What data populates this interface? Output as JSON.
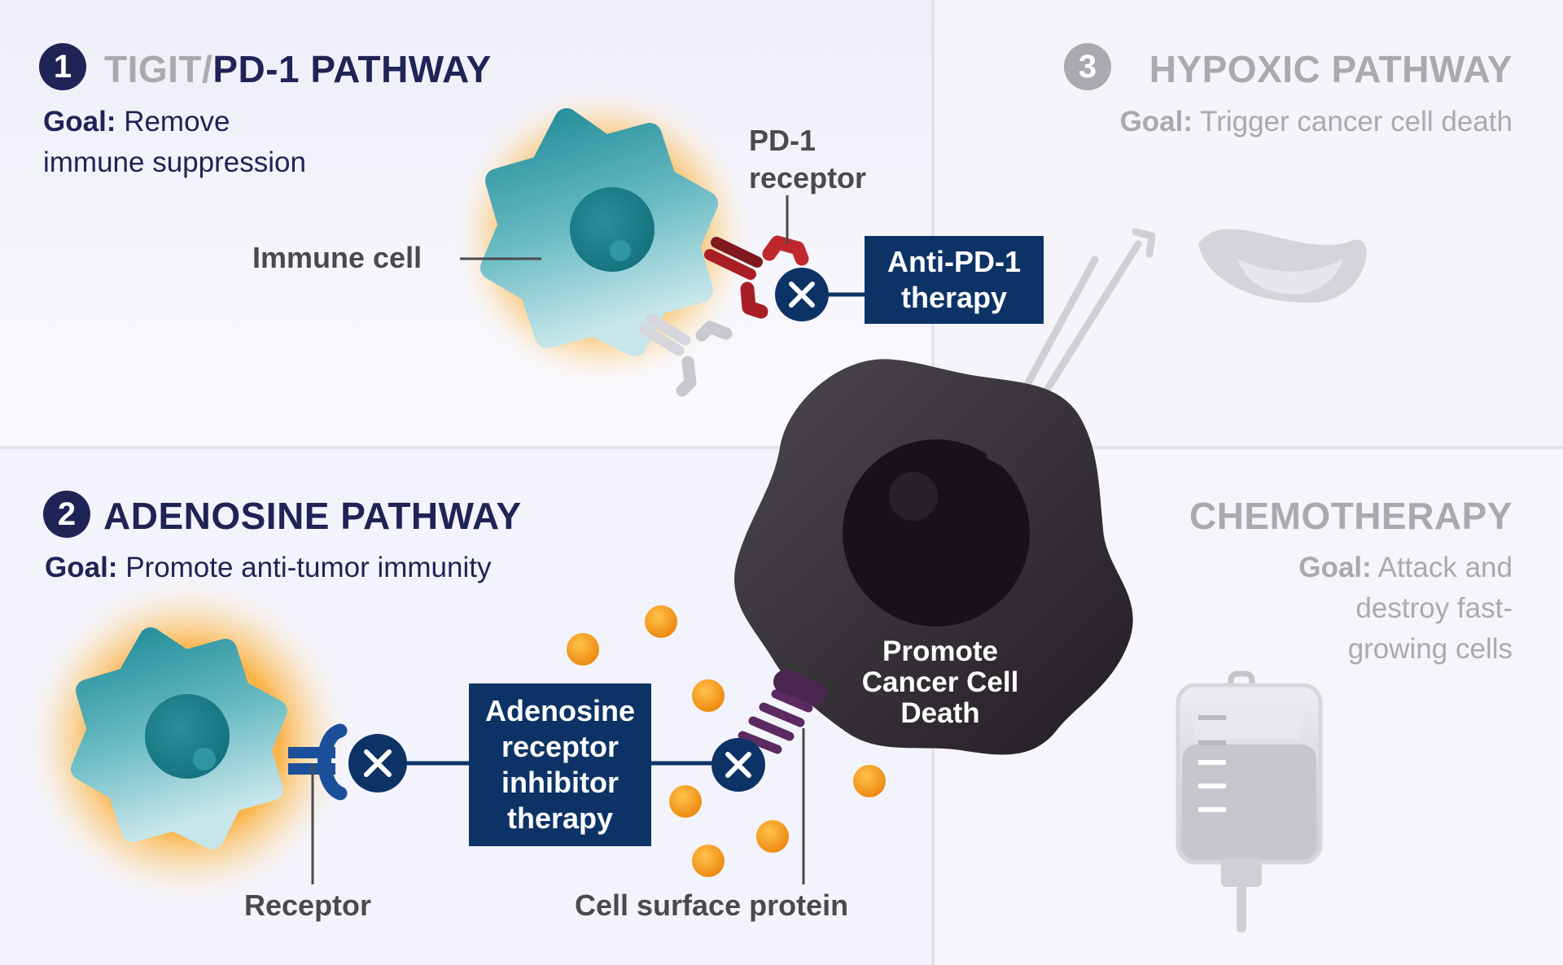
{
  "panels": {
    "tigit": {
      "number": "1",
      "title_prefix": "TIGIT/",
      "title": "PD-1 PATHWAY",
      "goal_label": "Goal:",
      "goal_text_1": "Remove",
      "goal_text_2": "immune suppression"
    },
    "adenosine": {
      "number": "2",
      "title": "ADENOSINE PATHWAY",
      "goal_label": "Goal:",
      "goal_text": "Promote anti-tumor immunity"
    },
    "hypoxic": {
      "number": "3",
      "title": "HYPOXIC PATHWAY",
      "goal_label": "Goal:",
      "goal_text": "Trigger cancer cell death"
    },
    "chemo": {
      "title": "CHEMOTHERAPY",
      "goal_label": "Goal:",
      "goal_text_1": "Attack and",
      "goal_text_2": "destroy fast-",
      "goal_text_3": "growing cells"
    }
  },
  "labels": {
    "immune_cell": "Immune cell",
    "pd1_receptor_1": "PD-1",
    "pd1_receptor_2": "receptor",
    "receptor": "Receptor",
    "cell_surface_protein": "Cell surface protein",
    "cancer_1": "Promote",
    "cancer_2": "Cancer Cell",
    "cancer_3": "Death"
  },
  "therapies": {
    "anti_pd1_1": "Anti-PD-1",
    "anti_pd1_2": "therapy",
    "adenosine_1": "Adenosine",
    "adenosine_2": "receptor",
    "adenosine_3": "inhibitor",
    "adenosine_4": "therapy"
  },
  "colors": {
    "navy": "#1f2355",
    "therapy_box": "#0d3366",
    "immune_cell": "#2f97a3",
    "pd1_receptor": "#a81e24",
    "adenosine_receptor": "#1b4f9a",
    "surface_protein": "#5a2a60",
    "adenosine_dots": "#f5a21b",
    "cancer_cell": "#2e2a2e",
    "inactive_grey": "#a9a9ae"
  }
}
